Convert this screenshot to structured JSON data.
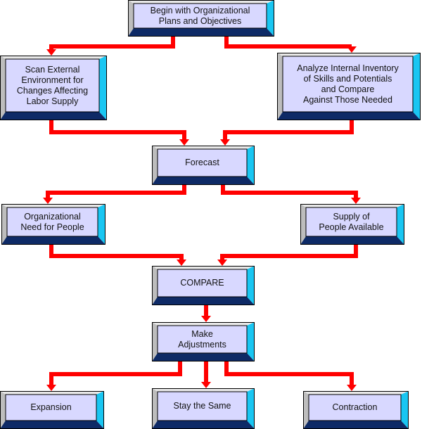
{
  "colors": {
    "box_face": "#d8d8ff",
    "box_frame_top": "#e8e8e8",
    "box_frame_left": "#bdbdbd",
    "box_side": "#19c6f2",
    "box_bottom": "#0e2a66",
    "outline": "#000000",
    "arrow": "#ff0000"
  },
  "nodes": {
    "begin": {
      "label": "Begin with Organizational\nPlans and Objectives"
    },
    "scan": {
      "label": "Scan External\nEnvironment for\nChanges Affecting\nLabor Supply"
    },
    "analyze": {
      "label": "Analyze Internal Inventory\nof Skills and Potentials\nand Compare\nAgainst Those Needed"
    },
    "forecast": {
      "label": "Forecast"
    },
    "need": {
      "label": "Organizational\nNeed for People"
    },
    "supply": {
      "label": "Supply of\nPeople Available"
    },
    "compare": {
      "label": "COMPARE"
    },
    "adjust": {
      "label": "Make\nAdjustments"
    },
    "expansion": {
      "label": "Expansion"
    },
    "same": {
      "label": "Stay the Same"
    },
    "contraction": {
      "label": "Contraction"
    }
  }
}
